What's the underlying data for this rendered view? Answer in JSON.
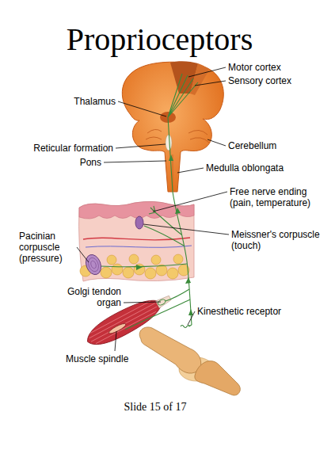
{
  "diagram": {
    "title": "Proprioceptors",
    "caption": "Slide 15 of 17",
    "labels": [
      "Motor cortex",
      "Sensory cortex",
      "Thalamus",
      "Cerebellum",
      "Reticular formation",
      "Pons",
      "Medulla oblongata",
      "Free nerve ending (pain, temperature)",
      "Meissner's corpuscle (touch)",
      "Pacinian corpuscle (pressure)",
      "Golgi tendon organ",
      "Kinesthetic receptor",
      "Muscle spindle"
    ]
  }
}
